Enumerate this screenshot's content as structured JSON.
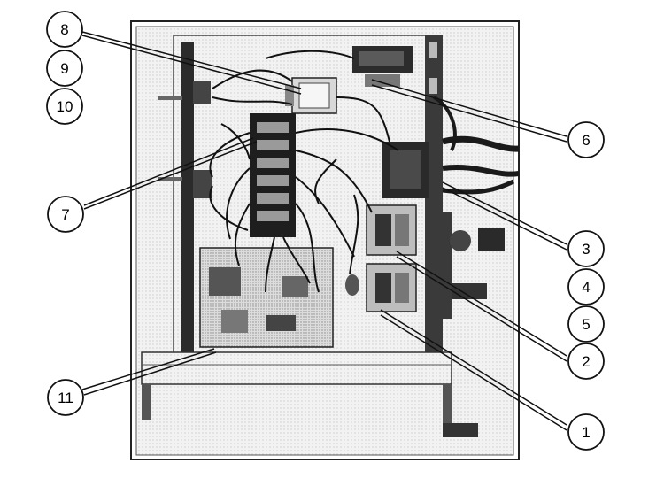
{
  "callouts": [
    {
      "id": "c8",
      "label": "8"
    },
    {
      "id": "c9",
      "label": "9"
    },
    {
      "id": "c10",
      "label": "10"
    },
    {
      "id": "c7",
      "label": "7"
    },
    {
      "id": "c11",
      "label": "11"
    },
    {
      "id": "c6",
      "label": "6"
    },
    {
      "id": "c3",
      "label": "3"
    },
    {
      "id": "c4",
      "label": "4"
    },
    {
      "id": "c5",
      "label": "5"
    },
    {
      "id": "c2",
      "label": "2"
    },
    {
      "id": "c1",
      "label": "1"
    }
  ]
}
